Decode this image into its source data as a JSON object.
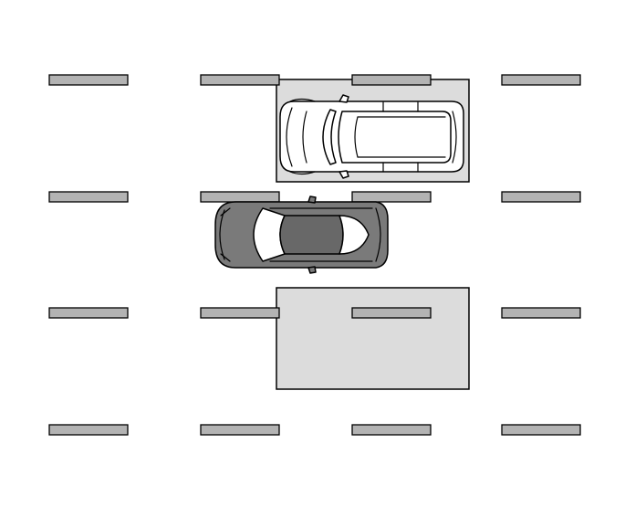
{
  "diagram": {
    "description_free": true,
    "colors": {
      "background": "#ffffff",
      "stripe_fill": "#b3b3b3",
      "zone_fill": "#dcdcdc",
      "suv_body": "#ffffff",
      "sedan_body": "#7a7a7a",
      "sedan_cabin": "#686868",
      "glass": "#ffffff",
      "outline": "#000000"
    },
    "parking_grid": {
      "rows": 4,
      "stripes_per_row": 4
    },
    "zones": [
      {
        "name": "occupied-space",
        "occupied_by": "suv"
      },
      {
        "name": "target-space",
        "occupied_by": "none"
      }
    ],
    "vehicles": [
      {
        "name": "suv",
        "type": "suv",
        "facing": "left",
        "color": "white"
      },
      {
        "name": "sedan",
        "type": "sedan",
        "facing": "left",
        "color": "gray"
      }
    ]
  }
}
